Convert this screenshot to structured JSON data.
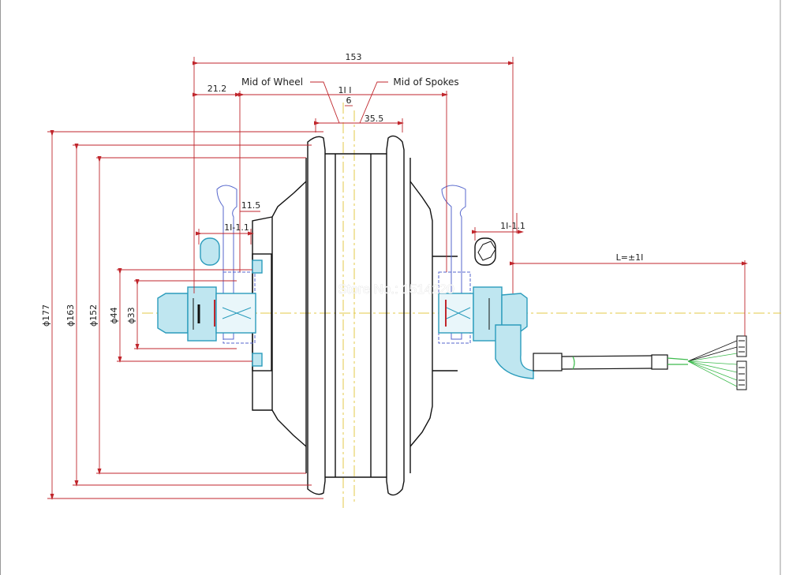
{
  "labels": {
    "mid_of_wheel": "Mid of Wheel",
    "mid_of_spokes": "Mid of Spokes",
    "watermark": "Store No.: 1514220"
  },
  "dimensions": {
    "overall_width": "153",
    "left_offset": "21.2",
    "mid_offset": "1I I",
    "mid_split": "6",
    "spokes_offset": "35.5",
    "left_flange_dist": "11.5",
    "left_flange_tol": "1I-1.1",
    "right_flange_tol": "1I-1.1",
    "cable_length": "L=±1I",
    "dia_177": "ϕ177",
    "dia_163": "ϕ163",
    "dia_152": "ϕ152",
    "dia_44": "ϕ44",
    "dia_33": "ϕ33"
  },
  "colors": {
    "dimension_line": "#c0262c",
    "outline": "#111111",
    "centerline": "#e3c84a",
    "axle_part": "#2b9cbc",
    "axle_fill": "#bfe6f0",
    "hidden_line": "#5566cc",
    "wire_green": "#3dbb4d"
  }
}
